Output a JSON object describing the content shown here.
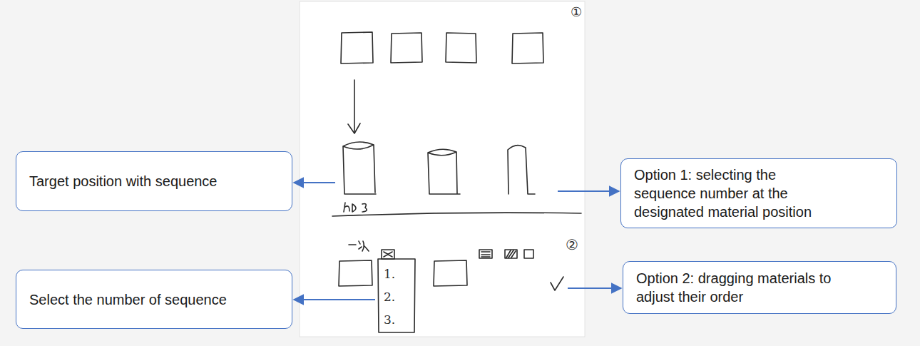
{
  "diagram": {
    "nodes": [
      {
        "text": [
          "Target position with sequence"
        ]
      },
      {
        "text": [
          "Option 1: selecting the sequence number at the designated material position"
        ]
      },
      {
        "text": [
          "Select the number of sequence"
        ]
      },
      {
        "text": [
          "Option 2: dragging materials to adjust their order"
        ]
      }
    ],
    "labels": [
      "①",
      "②",
      "1.",
      "2.",
      "3."
    ]
  }
}
